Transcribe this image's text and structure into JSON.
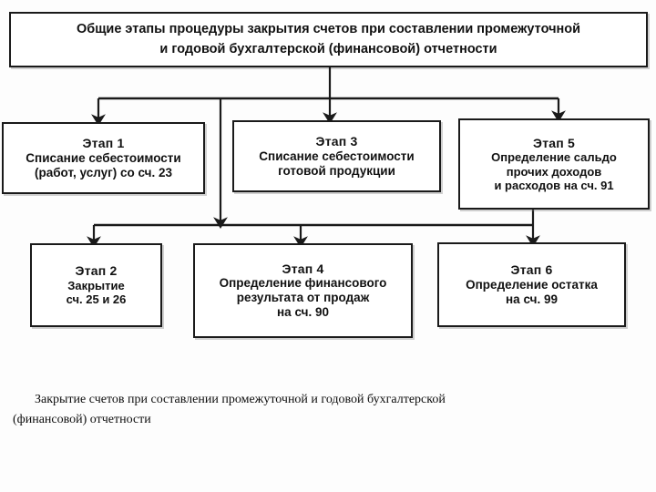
{
  "diagram": {
    "header": {
      "line1": "Общие этапы процедуры закрытия счетов при составлении промежуточной",
      "line2": "и годовой бухгалтерской (финансовой) отчетности"
    },
    "stages": [
      {
        "id": "stage1",
        "title": "Этап 1",
        "line1": "Списание  себестоимости",
        "line2": "(работ, услуг) со сч. 23",
        "line3": "",
        "line4": ""
      },
      {
        "id": "stage3",
        "title": "Этап 3",
        "line1": "Списание себестоимости",
        "line2": "готовой продукции",
        "line3": "",
        "line4": ""
      },
      {
        "id": "stage5",
        "title": "Этап 5",
        "line1": "Определение сальдо",
        "line2": "прочих доходов",
        "line3": "и расходов на сч. 91",
        "line4": ""
      },
      {
        "id": "stage2",
        "title": "Этап 2",
        "line1": "Закрытие",
        "line2": "сч. 25 и 26",
        "line3": "",
        "line4": ""
      },
      {
        "id": "stage4",
        "title": "Этап 4",
        "line1": "Определение финансового",
        "line2": "результата от продаж",
        "line3": "на сч. 90",
        "line4": ""
      },
      {
        "id": "stage6",
        "title": "Этап 6",
        "line1": "Определение остатка",
        "line2": "на сч. 99",
        "line3": "",
        "line4": ""
      }
    ],
    "caption": {
      "line1": "Закрытие счетов при составлении промежуточной и годовой бухгалтерской",
      "line2": "(финансовой) отчетности"
    },
    "colors": {
      "stroke": "#1a1a1a",
      "box_fill": "#ffffff",
      "page_bg": "#fdfdfd",
      "shadow": "#787878"
    }
  }
}
